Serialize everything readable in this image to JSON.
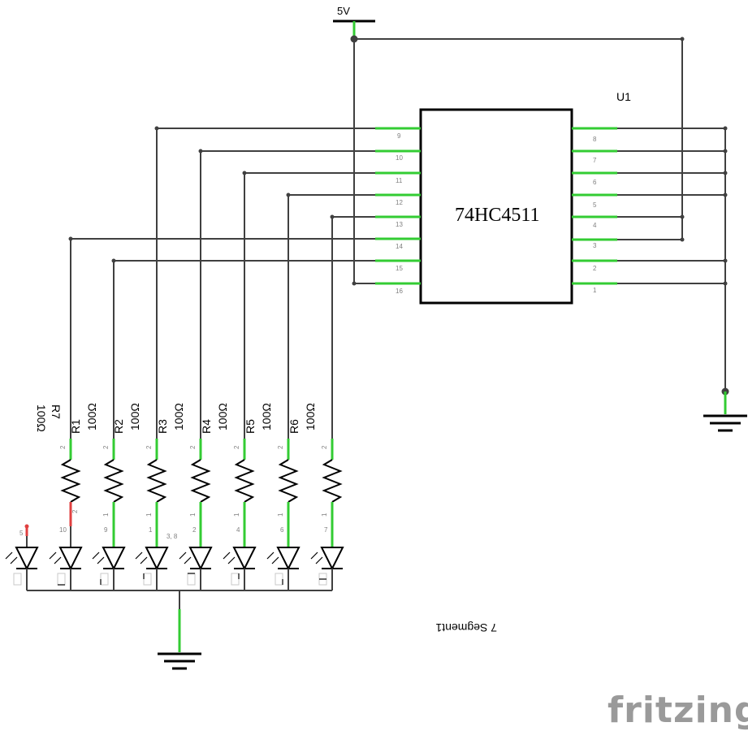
{
  "supply": {
    "label": "5V"
  },
  "chip": {
    "ref": "U1",
    "part": "74HC4511",
    "left_pins": [
      "9",
      "10",
      "11",
      "12",
      "13",
      "14",
      "15",
      "16"
    ],
    "right_pins": [
      "8",
      "7",
      "6",
      "5",
      "4",
      "3",
      "2",
      "1"
    ]
  },
  "resistors": [
    {
      "ref": "R7",
      "value": "100Ω"
    },
    {
      "ref": "R1",
      "value": "100Ω"
    },
    {
      "ref": "R2",
      "value": "100Ω"
    },
    {
      "ref": "R3",
      "value": "100Ω"
    },
    {
      "ref": "R4",
      "value": "100Ω"
    },
    {
      "ref": "R5",
      "value": "100Ω"
    },
    {
      "ref": "R6",
      "value": "100Ω"
    }
  ],
  "resistor_pins": {
    "top": "2",
    "bottom": "1",
    "r1_bottom": "2"
  },
  "display": {
    "label": "7 Segment1",
    "pins": [
      "5",
      "10",
      "9",
      "1",
      "2",
      "4",
      "6",
      "7"
    ],
    "common_label": "3, 8"
  },
  "logo": {
    "text": "fritzing"
  },
  "colors": {
    "wire": "#404040",
    "pin": "#33cc33",
    "pin_unconnected": "#e04040",
    "logo": "#9a9a9a"
  }
}
